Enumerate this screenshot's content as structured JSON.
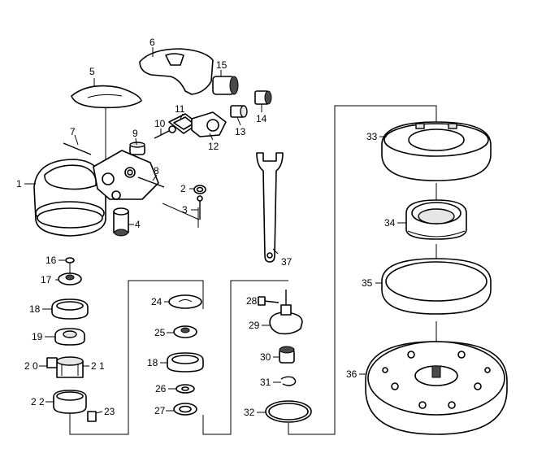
{
  "diagram": {
    "callouts": {
      "c1": "1",
      "c2": "2",
      "c3": "3",
      "c4": "4",
      "c5": "5",
      "c6": "6",
      "c7": "7",
      "c8": "8",
      "c9": "9",
      "c10": "10",
      "c11": "11",
      "c12": "12",
      "c13": "13",
      "c14": "14",
      "c15": "15",
      "c16": "16",
      "c17": "17",
      "c18a": "18",
      "c18b": "18",
      "c19": "19",
      "c20": "2 0",
      "c21": "2 1",
      "c22": "2 2",
      "c23": "23",
      "c24": "24",
      "c25": "25",
      "c26": "26",
      "c27": "27",
      "c28": "28",
      "c29": "29",
      "c30": "30",
      "c31": "31",
      "c32": "32",
      "c33": "33",
      "c34": "34",
      "c35": "35",
      "c36": "36",
      "c37": "37"
    }
  }
}
